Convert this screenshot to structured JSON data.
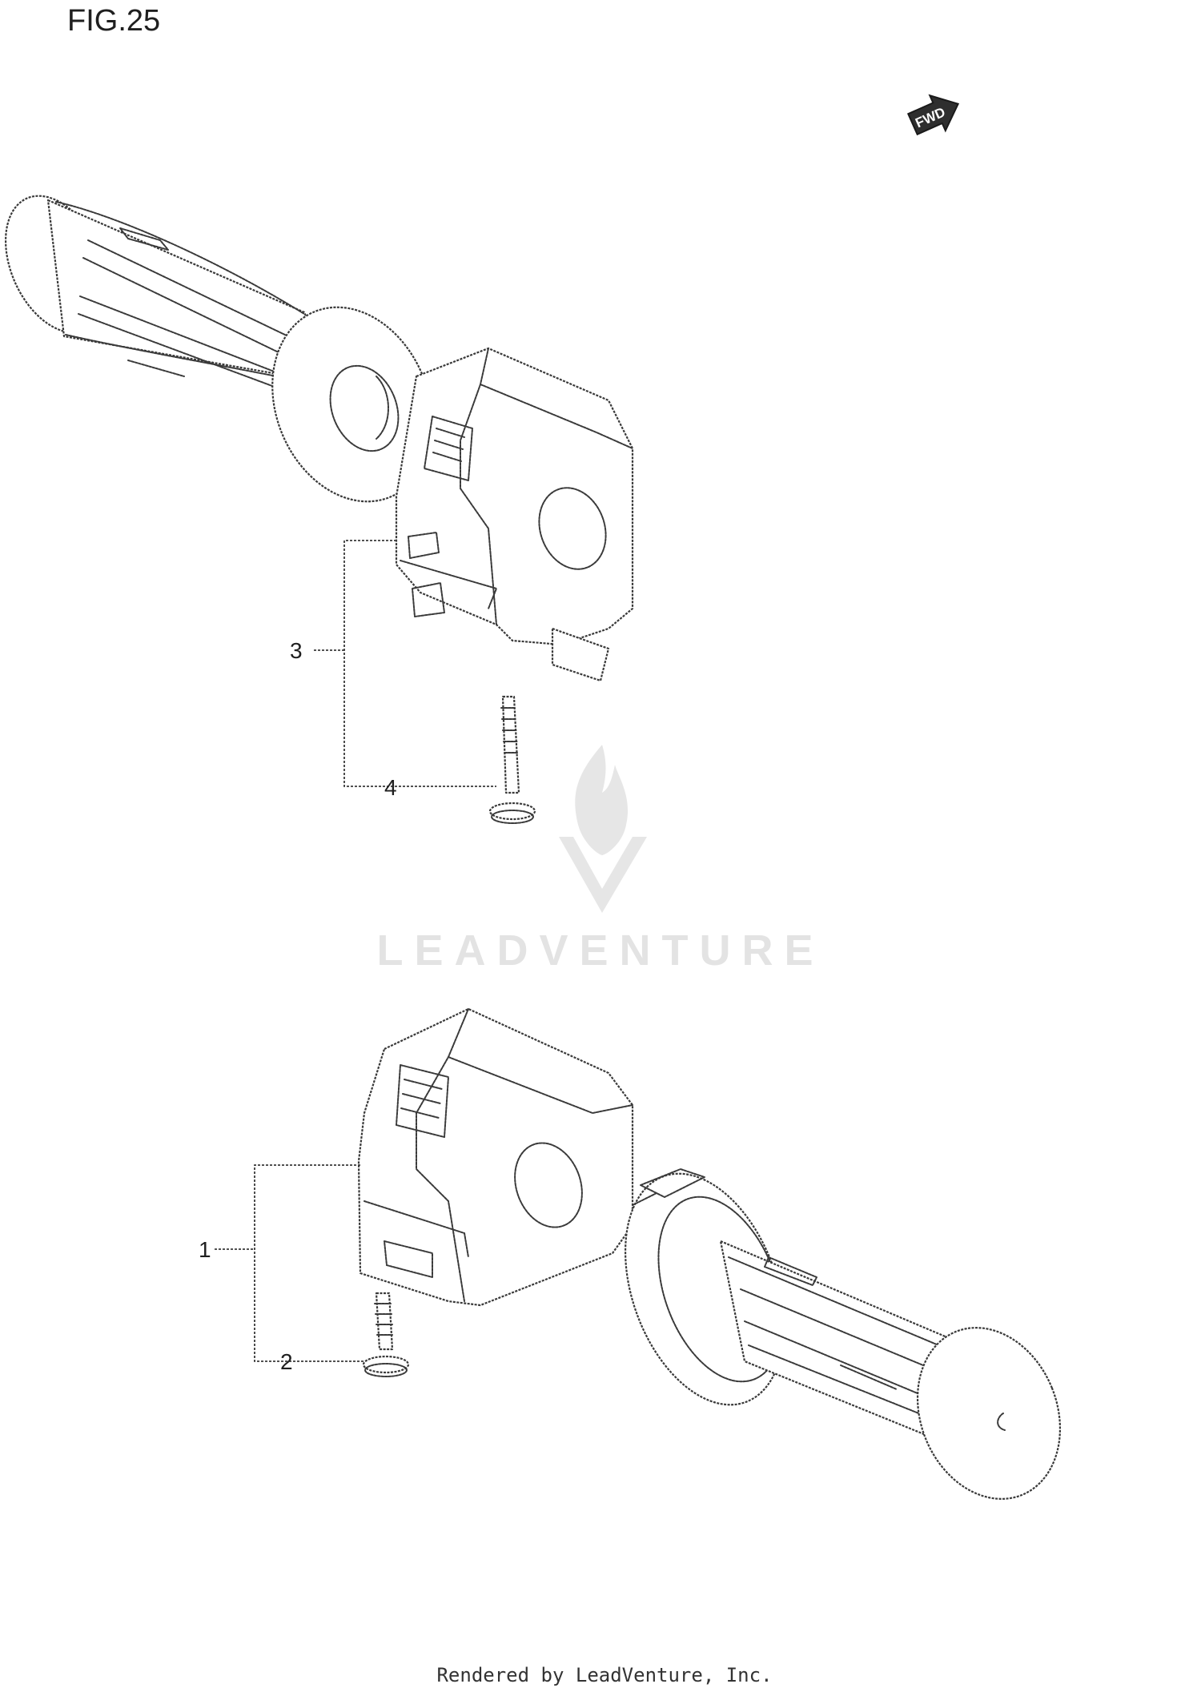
{
  "figure": {
    "title": "FIG.25",
    "fwd_label": "FWD"
  },
  "callouts": [
    {
      "id": "1",
      "label": "1"
    },
    {
      "id": "2",
      "label": "2"
    },
    {
      "id": "3",
      "label": "3"
    },
    {
      "id": "4",
      "label": "4"
    }
  ],
  "watermark": {
    "text": "LEADVENTURE"
  },
  "footer": {
    "text": "Rendered by LeadVenture, Inc."
  },
  "colors": {
    "line": "#3a3a3a",
    "watermark": "#e3e3e3",
    "background": "#ffffff"
  }
}
